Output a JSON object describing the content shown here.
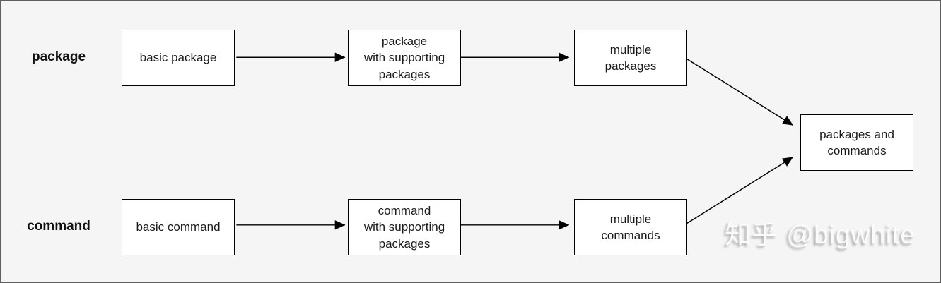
{
  "diagram": {
    "type": "flowchart",
    "rows": [
      {
        "label": "package",
        "nodes": [
          {
            "id": "basic-package",
            "text": "basic package"
          },
          {
            "id": "package-with-supporting-packages",
            "text": "package\nwith supporting\npackages"
          },
          {
            "id": "multiple-packages",
            "text": "multiple\npackages"
          }
        ]
      },
      {
        "label": "command",
        "nodes": [
          {
            "id": "basic-command",
            "text": "basic command"
          },
          {
            "id": "command-with-supporting-packages",
            "text": "command\nwith supporting\npackages"
          },
          {
            "id": "multiple-commands",
            "text": "multiple\ncommands"
          }
        ]
      }
    ],
    "merge_node": {
      "id": "packages-and-commands",
      "text": "packages and\ncommands"
    },
    "edges": [
      {
        "from": "basic package",
        "to": "package with supporting packages"
      },
      {
        "from": "package with supporting packages",
        "to": "multiple packages"
      },
      {
        "from": "multiple packages",
        "to": "packages and commands"
      },
      {
        "from": "basic command",
        "to": "command with supporting packages"
      },
      {
        "from": "command with supporting packages",
        "to": "multiple commands"
      },
      {
        "from": "multiple commands",
        "to": "packages and commands"
      }
    ],
    "colors": {
      "background": "#f5f5f6",
      "frame_border": "#5f5f5f",
      "box_fill": "#ffffff",
      "box_border": "#000000",
      "arrow": "#000000",
      "watermark": "#fbfbfb"
    }
  },
  "watermark": {
    "text": "知乎 @bigwhite"
  }
}
